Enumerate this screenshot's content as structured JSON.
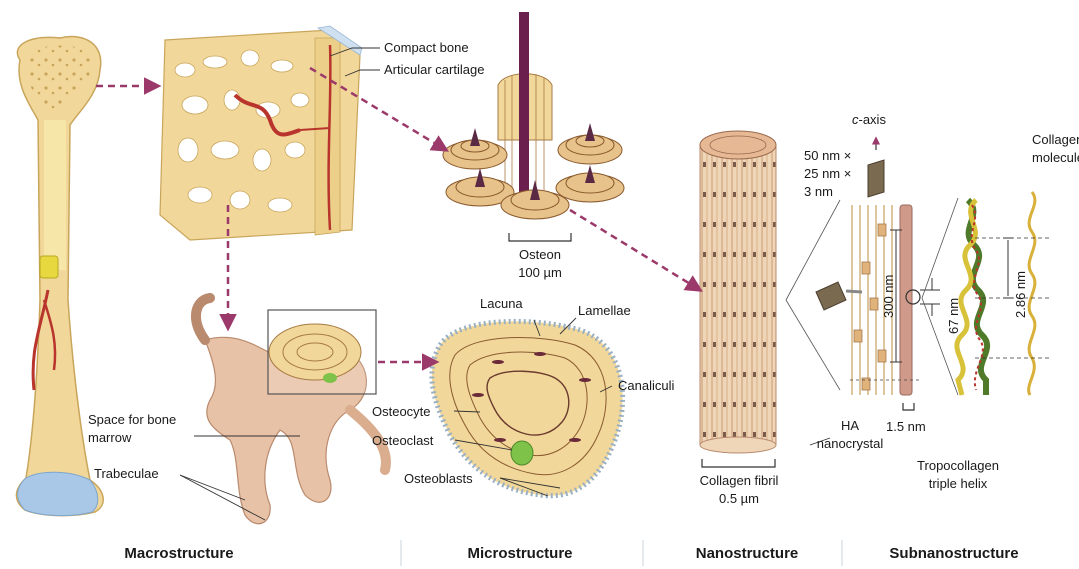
{
  "colors": {
    "bone_fill": "#f1d89a",
    "bone_dark": "#c9a55b",
    "vessel": "#b8342c",
    "arrow": "#9b3a6a",
    "osteon_dark": "#5a2a45",
    "tissue_pink": "#e8c2a6",
    "cartilage": "#a9c8e8",
    "osteoclast": "#7ec24a",
    "collagen": "#c98a6a",
    "helix_green": "#4f7a2a",
    "helix_yellow": "#d8c23a"
  },
  "labels": {
    "compact_bone": "Compact bone",
    "articular_cartilage": "Articular cartilage",
    "osteon": "Osteon",
    "osteon_size": "100 µm",
    "lacuna": "Lacuna",
    "lamellae": "Lamellae",
    "canaliculi": "Canaliculi",
    "osteocyte": "Osteocyte",
    "osteoclast": "Osteoclast",
    "osteoblasts": "Osteoblasts",
    "space_for_bone_marrow_1": "Space for bone",
    "space_for_bone_marrow_2": "marrow",
    "trabeculae": "Trabeculae",
    "collagen_fibril": "Collagen fibril",
    "collagen_fibril_size": "0.5 µm",
    "c_axis_italic": "c",
    "c_axis_rest": "-axis",
    "crystal_dim_1": "50 nm ×",
    "crystal_dim_2": "25 nm ×",
    "crystal_dim_3": "3 nm",
    "ha_1": "HA",
    "ha_2": "nanocrystal",
    "spacing_300": "300 nm",
    "spacing_67": "67 nm",
    "spacing_15": "1.5 nm",
    "spacing_286": "2.86 nm",
    "collagen_molecule_1": "Collagen",
    "collagen_molecule_2": "molecule",
    "tropocollagen_1": "Tropocollagen",
    "tropocollagen_2": "triple helix"
  },
  "sections": {
    "macro": "Macrostructure",
    "micro": "Microstructure",
    "nano": "Nanostructure",
    "subnano": "Subnanostructure"
  }
}
